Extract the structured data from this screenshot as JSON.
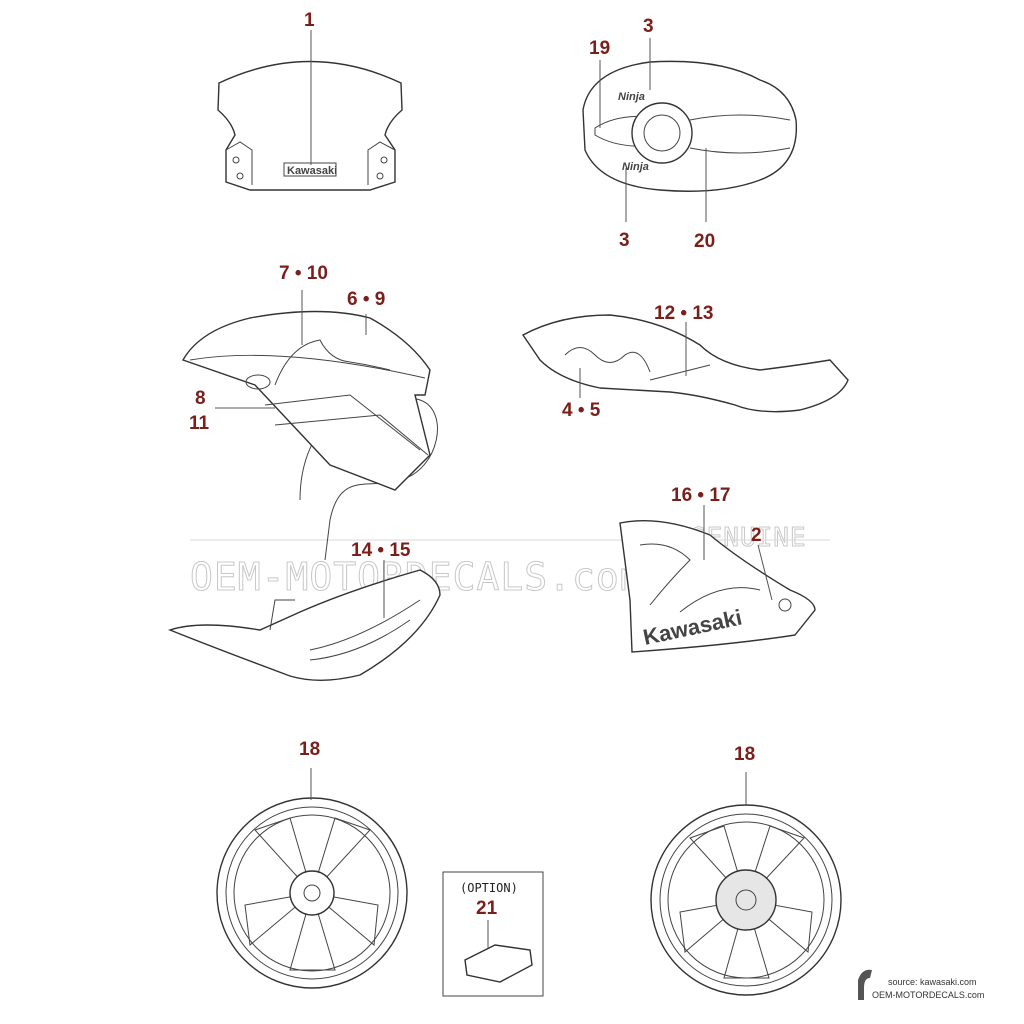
{
  "callouts": {
    "c1": "1",
    "c3a": "3",
    "c19": "19",
    "c3b": "3",
    "c20": "20",
    "c7_10": "7 • 10",
    "c6_9": "6 • 9",
    "c8": "8",
    "c11": "11",
    "c12_13": "12 • 13",
    "c4_5": "4 • 5",
    "c16_17": "16 • 17",
    "c2": "2",
    "c14_15": "14 • 15",
    "c18a": "18",
    "c18b": "18",
    "c21": "21"
  },
  "option_label": "(OPTION)",
  "decals": {
    "kawasaki_small": "Kawasaki",
    "kawasaki_large": "Kawasaki",
    "ninja": "Ninja"
  },
  "watermark": {
    "main": "OEM-MOTORDECALS.com",
    "genuine": "GENUINE"
  },
  "source": {
    "line1": "source: kawasaki.com",
    "line2": "OEM-MOTORDECALS.com"
  },
  "colors": {
    "callout": "#7a1f1a",
    "line": "#333333",
    "watermark": "#c8c8c8"
  }
}
